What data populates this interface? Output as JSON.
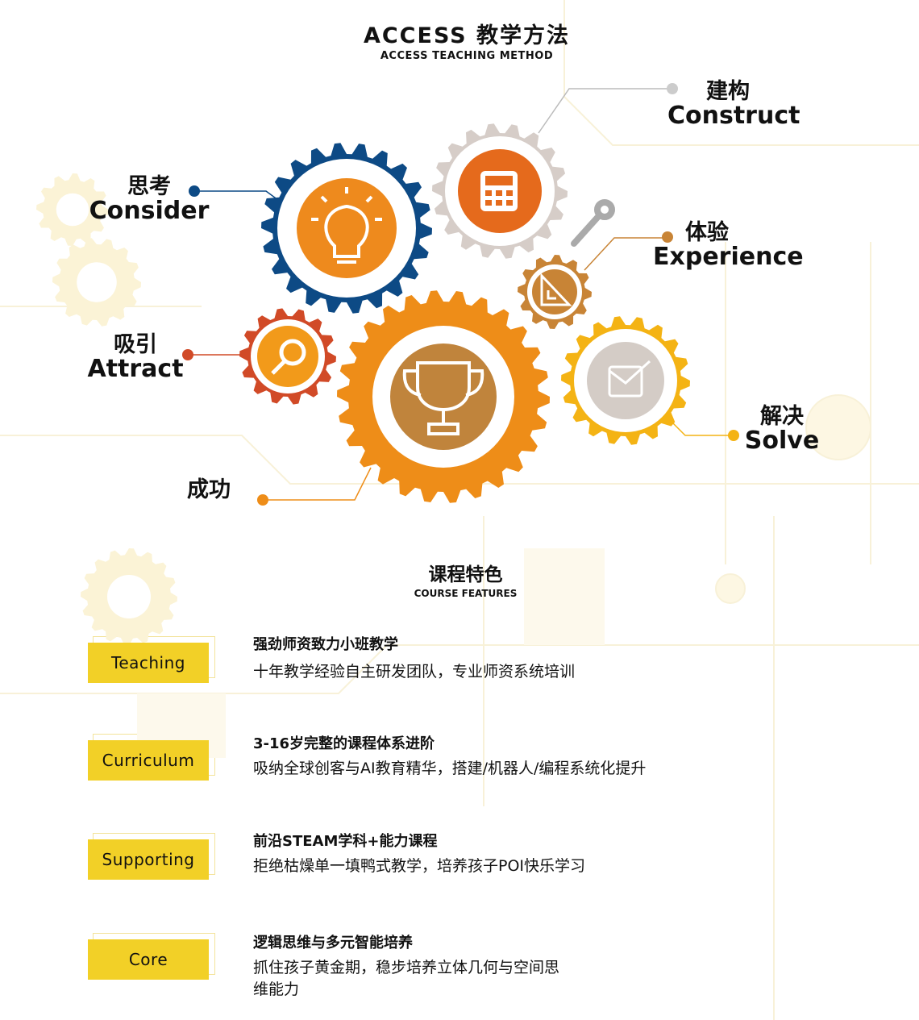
{
  "header": {
    "title": "ACCESS 教学方法",
    "subtitle": "ACCESS TEACHING METHOD"
  },
  "gears": [
    {
      "cn": "建构",
      "en": "Construct",
      "icon": "calculator-icon",
      "color": "#d6cdc8"
    },
    {
      "cn": "思考",
      "en": "Consider",
      "icon": "lightbulb-icon",
      "color": "#0d4a85"
    },
    {
      "cn": "体验",
      "en": "Experience",
      "icon": "ruler-triangle-icon",
      "color": "#c88436"
    },
    {
      "cn": "吸引",
      "en": "Attract",
      "icon": "magnifier-icon",
      "color": "#d14a27"
    },
    {
      "cn": "解决",
      "en": "Solve",
      "icon": "envelope-check-icon",
      "color": "#f4b314"
    },
    {
      "cn": "成功",
      "en": "",
      "icon": "trophy-icon",
      "color": "#ee8d18"
    }
  ],
  "features_section": {
    "title": "课程特色",
    "subtitle": "COURSE FEATURES"
  },
  "features": [
    {
      "tag": "Teaching",
      "title": "强劲师资致力小班教学",
      "desc": "十年教学经验自主研发团队，专业师资系统培训"
    },
    {
      "tag": "Curriculum",
      "title": "3-16岁完整的课程体系进阶",
      "desc": "吸纳全球创客与AI教育精华，搭建/机器人/编程系统化提升"
    },
    {
      "tag": "Supporting",
      "title": "前沿STEAM学科+能力课程",
      "desc": "拒绝枯燥单一填鸭式教学，培养孩子POI快乐学习"
    },
    {
      "tag": "Core",
      "title": "逻辑思维与多元智能培养",
      "desc": "抓住孩子黄金期，稳步培养立体几何与空间思维能力"
    }
  ]
}
